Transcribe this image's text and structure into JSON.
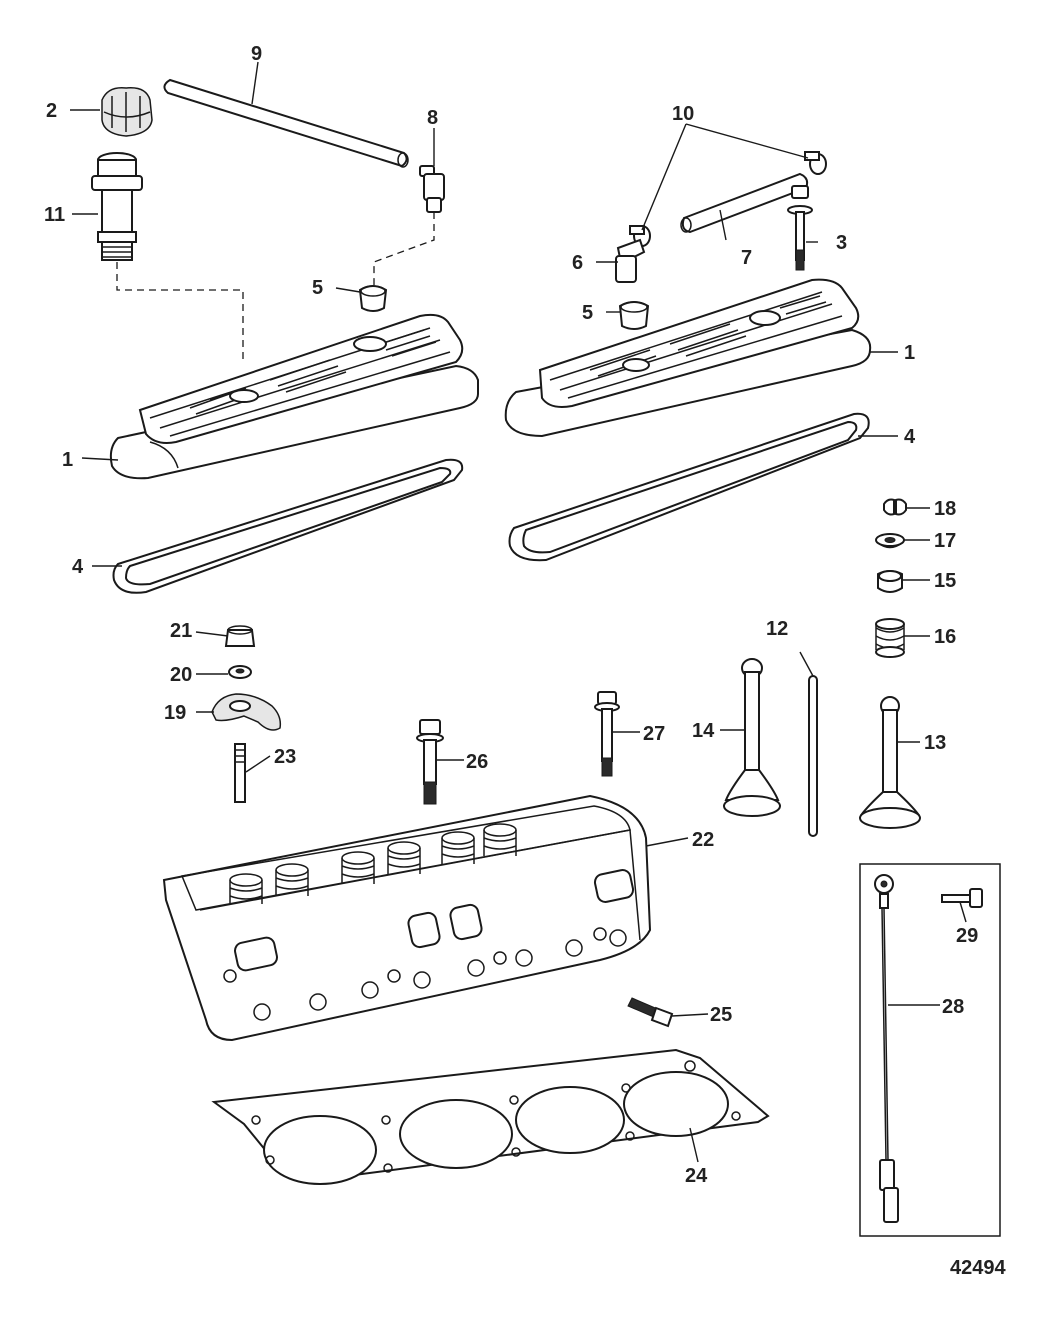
{
  "callouts": {
    "c1": "1",
    "c2": "2",
    "c3": "3",
    "c4": "4",
    "c5": "5",
    "c6": "6",
    "c7": "7",
    "c8": "8",
    "c9": "9",
    "c10": "10",
    "c11": "11",
    "c12": "12",
    "c13": "13",
    "c14": "14",
    "c15": "15",
    "c16": "16",
    "c17": "17",
    "c18": "18",
    "c19": "19",
    "c20": "20",
    "c21": "21",
    "c22": "22",
    "c23": "23",
    "c24": "24",
    "c25": "25",
    "c26": "26",
    "c27": "27",
    "c28": "28",
    "c29": "29"
  },
  "figure_number": "42494"
}
